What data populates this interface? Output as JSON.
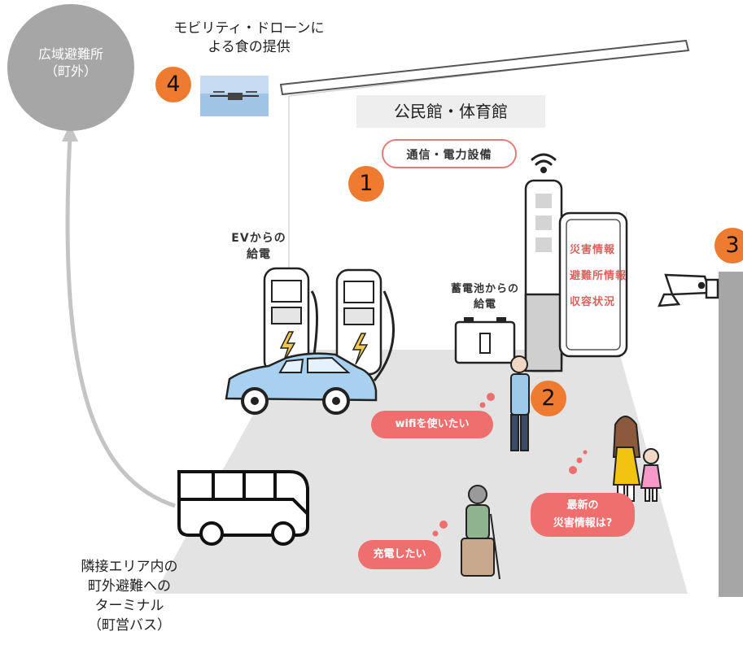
{
  "evacuation_site": "広域避難所\n（町外）",
  "drone_caption": "モビリティ・ドローンに\nよる食の提供",
  "building_title": "公民館・体育館",
  "comms_label": "通信・電力設備",
  "ev_label": "EVからの\n給電",
  "battery_label": "蓄電池からの\n給電",
  "signage_lines": [
    "災害情報",
    "避難所情報",
    "収容状況"
  ],
  "bubbles": {
    "wifi": "wifiを使いたい",
    "charge": "充電したい",
    "latest": "最新の\n災害情報は?"
  },
  "terminal_caption": "隣接エリア内の\n町外避難への\nターミナル\n（町営バス）",
  "badges": [
    "1",
    "2",
    "3",
    "4"
  ],
  "colors": {
    "badge": "#ee7b30",
    "bubble": "#ee6f6d",
    "circle": "#a6a6a6",
    "floor": "#e3e3e3"
  },
  "icons": [
    "wifi-icon",
    "drone-icon",
    "camera-icon",
    "bus-icon",
    "lightning-icon",
    "battery-icon"
  ]
}
